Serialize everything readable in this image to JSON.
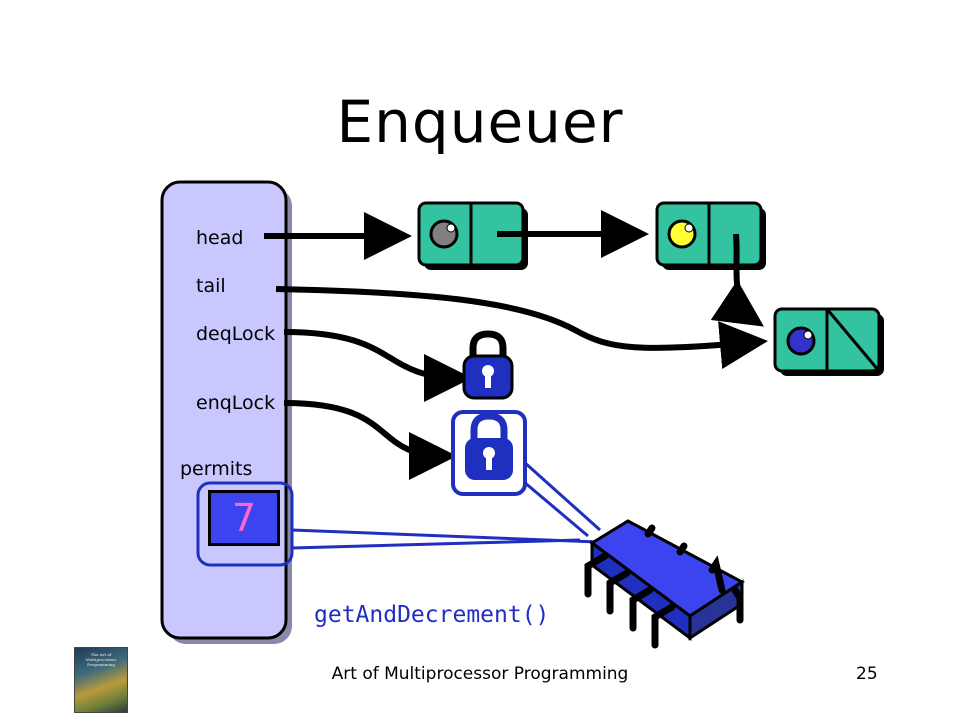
{
  "slide": {
    "title": "Enqueuer",
    "footer": "Art of Multiprocessor Programming",
    "page_number": "25",
    "book_cover_text": "The Art of Multiprocessor Programming"
  },
  "queue_object": {
    "fields": {
      "head": "head",
      "tail": "tail",
      "deqLock": "deqLock",
      "enqLock": "enqLock",
      "permits": "permits"
    },
    "permits_value": "7"
  },
  "operation": {
    "method_call": "getAndDecrement()"
  },
  "colors": {
    "node_fill": "#33c3a0",
    "queue_panel": "#c8c8ff",
    "lock_fill": "#1f2fbf",
    "highlight_outline": "#1f2fbf",
    "permits_text": "#ff66cc",
    "sentinel_dot": "#808080",
    "middle_dot": "#ffff33",
    "last_dot": "#3333cc"
  },
  "icons": {
    "lock": "padlock-icon",
    "processor": "cpu-chip-icon"
  }
}
